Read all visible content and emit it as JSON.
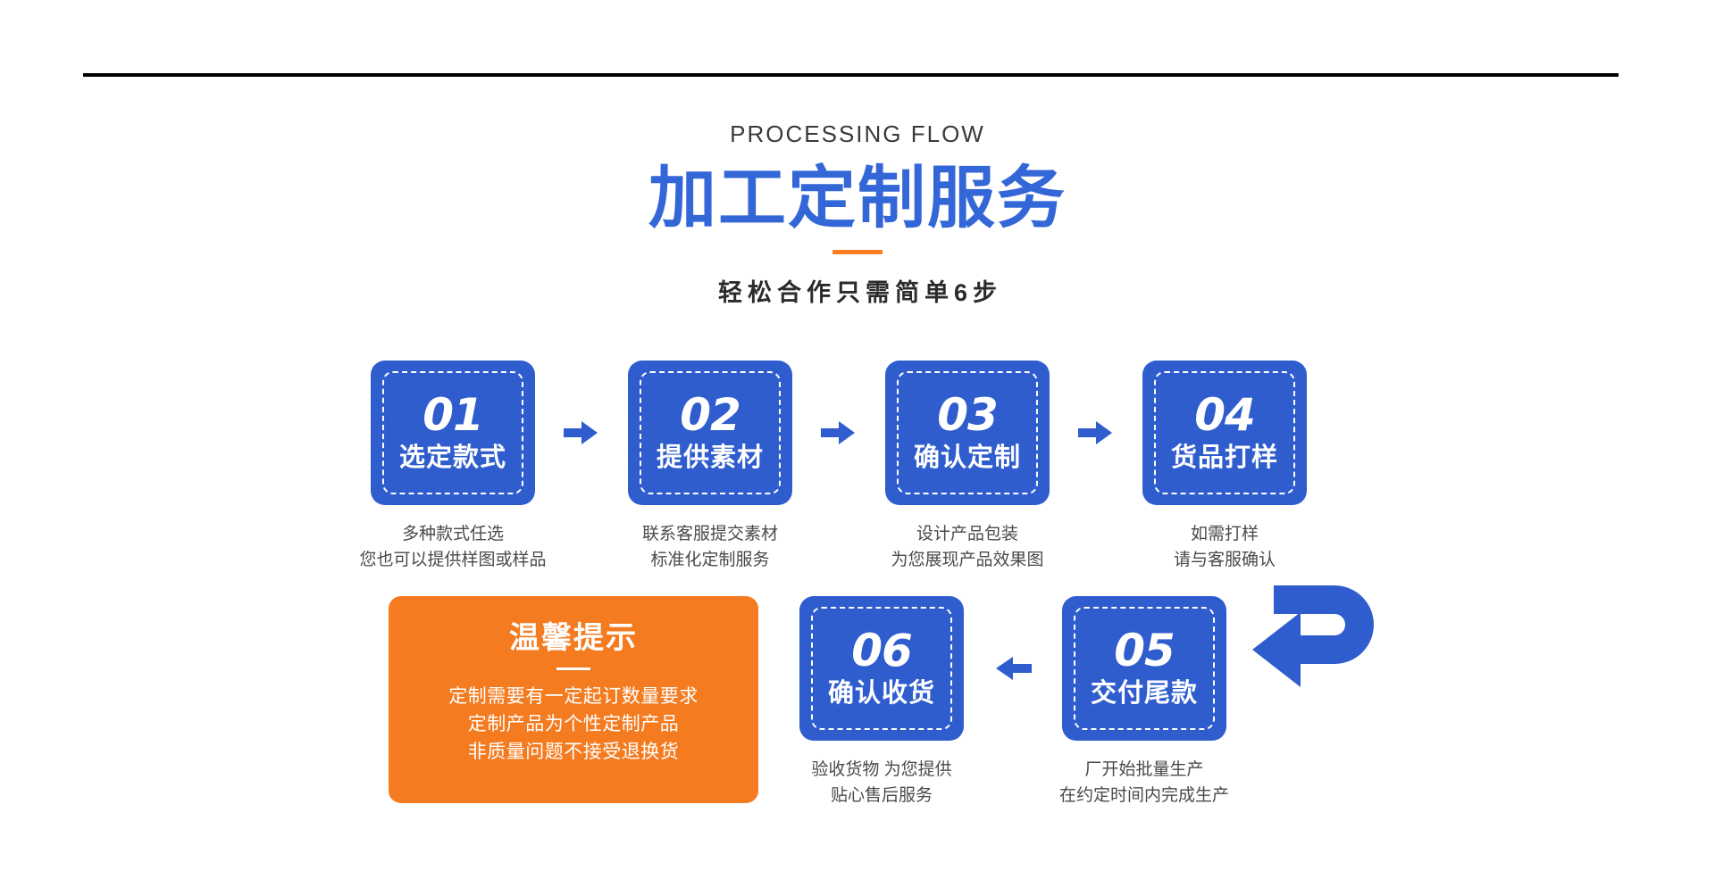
{
  "theme": {
    "blue": "#2f5dce",
    "title_blue": "#3366d6",
    "orange": "#f47b20",
    "accent_dash": "#f57c1f",
    "rule": "#000000",
    "body_text": "#4a4a4a"
  },
  "header": {
    "eyebrow": "PROCESSING FLOW",
    "title": "加工定制服务",
    "subtitle": "轻松合作只需简单6步"
  },
  "steps_top": [
    {
      "number": "01",
      "label": "选定款式",
      "desc_line1": "多种款式任选",
      "desc_line2": "您也可以提供样图或样品"
    },
    {
      "number": "02",
      "label": "提供素材",
      "desc_line1": "联系客服提交素材",
      "desc_line2": "标准化定制服务"
    },
    {
      "number": "03",
      "label": "确认定制",
      "desc_line1": "设计产品包装",
      "desc_line2": "为您展现产品效果图"
    },
    {
      "number": "04",
      "label": "货品打样",
      "desc_line1": "如需打样",
      "desc_line2": "请与客服确认"
    }
  ],
  "steps_bottom": [
    {
      "number": "06",
      "label": "确认收货",
      "desc_line1": "验收货物 为您提供",
      "desc_line2": "贴心售后服务"
    },
    {
      "number": "05",
      "label": "交付尾款",
      "desc_line1": "厂开始批量生产",
      "desc_line2": "在约定时间内完成生产"
    }
  ],
  "tip_card": {
    "title": "温馨提示",
    "line1": "定制需要有一定起订数量要求",
    "line2": "定制产品为个性定制产品",
    "line3": "非质量问题不接受退换货"
  },
  "icons": {
    "arrow_right": "arrow-right-icon",
    "arrow_left": "arrow-left-icon",
    "arrow_uturn": "arrow-uturn-left-icon"
  }
}
